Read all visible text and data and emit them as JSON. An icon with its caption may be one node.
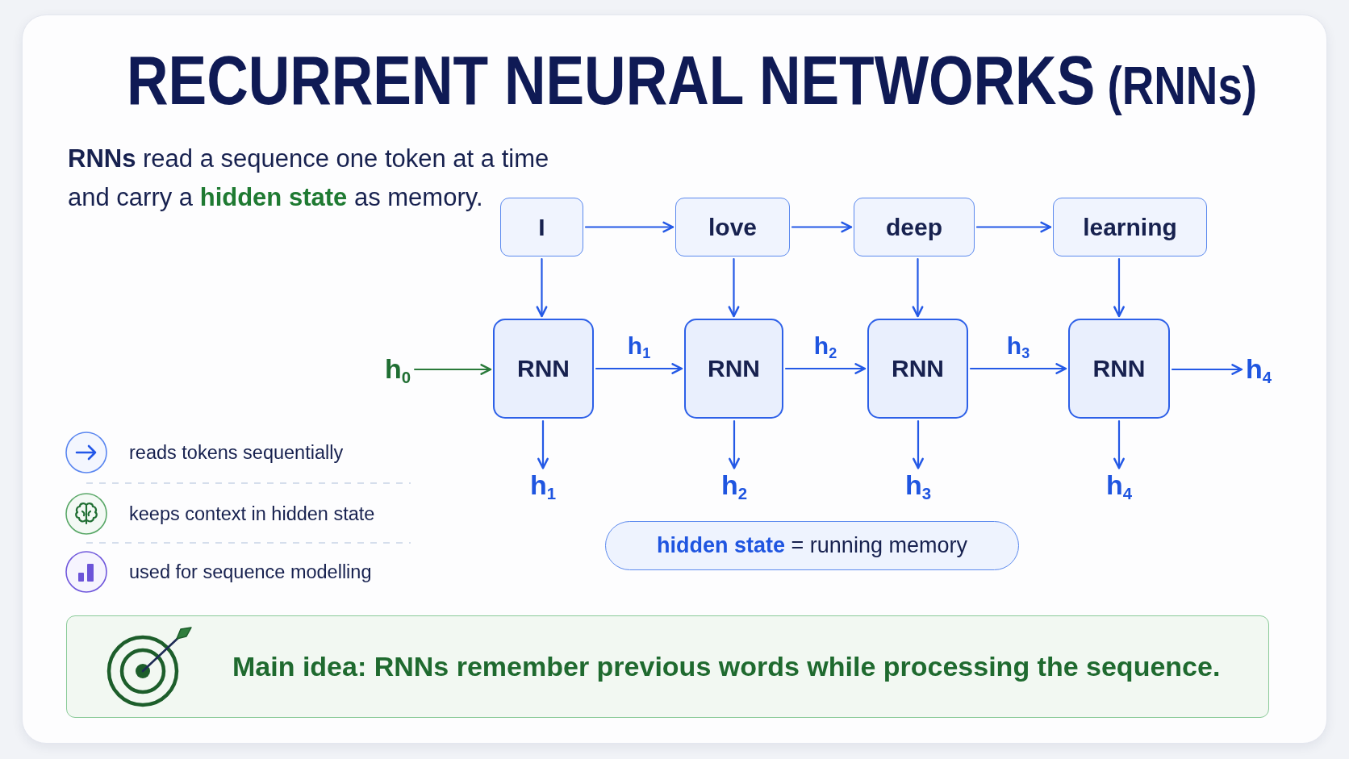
{
  "diagram": {
    "title": "RECURRENT NEURAL NETWORKS (RNNs)",
    "nodes": [
      {
        "text": [
          "I"
        ]
      },
      {
        "text": [
          "love"
        ]
      },
      {
        "text": [
          "deep"
        ]
      },
      {
        "text": [
          "learning"
        ]
      },
      {
        "text": [
          "h$_{0}$"
        ]
      },
      {
        "text": [
          "RNN"
        ]
      },
      {
        "text": [
          "RNN"
        ]
      },
      {
        "text": [
          "RNN"
        ]
      },
      {
        "text": [
          "RNN"
        ]
      },
      {
        "text": [
          "h$_{4}$"
        ]
      },
      {
        "text": [
          "h$_{1}$"
        ]
      },
      {
        "text": [
          "h$_{2}$"
        ]
      },
      {
        "text": [
          "h$_{3}$"
        ]
      },
      {
        "text": [
          "h$_{4}$"
        ]
      },
      {
        "text": [
          "**hidden state** = running memory"
        ]
      },
      {
        "text": [
          "Main idea: RNNs remember previous words while processing the sequence."
        ]
      }
    ],
    "edges": [
      {
        "from": 0,
        "to": 1,
        "arrow": "to"
      },
      {
        "from": 1,
        "to": 2,
        "arrow": "to"
      },
      {
        "from": 2,
        "to": 3,
        "arrow": "to"
      },
      {
        "from": 0,
        "to": 5,
        "arrow": "to"
      },
      {
        "from": 1,
        "to": 6,
        "arrow": "to"
      },
      {
        "from": 2,
        "to": 7,
        "arrow": "to"
      },
      {
        "from": 3,
        "to": 8,
        "arrow": "to"
      },
      {
        "from": 4,
        "to": 5,
        "arrow": "to",
        "color": "#2a7a3a"
      },
      {
        "from": 5,
        "to": 6,
        "arrow": "to",
        "label": "h$_{1}$"
      },
      {
        "from": 6,
        "to": 7,
        "arrow": "to",
        "label": "h$_{2}$"
      },
      {
        "from": 7,
        "to": 8,
        "arrow": "to",
        "label": "h$_{3}$"
      },
      {
        "from": 8,
        "to": 9,
        "arrow": "to"
      },
      {
        "from": 5,
        "to": 10,
        "arrow": "to"
      },
      {
        "from": 6,
        "to": 11,
        "arrow": "to"
      },
      {
        "from": 7,
        "to": 12,
        "arrow": "to"
      },
      {
        "from": 8,
        "to": 13,
        "arrow": "to"
      }
    ],
    "labels": [
      "**RNNs** read a sequence one token at a time and carry a **hidden state** as memory.",
      "reads tokens sequentially",
      "keeps context in hidden state",
      "used for sequence modelling"
    ]
  }
}
